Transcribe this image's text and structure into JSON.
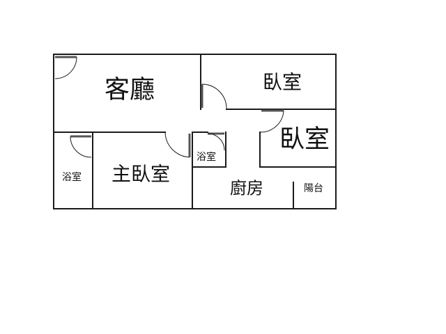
{
  "rooms": {
    "living_room": "客廳",
    "bedroom_upper": "臥室",
    "bedroom_lower": "臥室",
    "master_bedroom": "主臥室",
    "bathroom_left": "浴室",
    "bathroom_small": "浴室",
    "kitchen": "廚房",
    "balcony": "陽台"
  }
}
